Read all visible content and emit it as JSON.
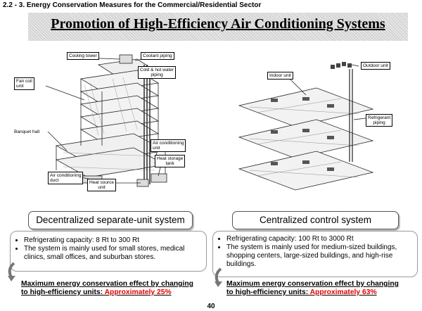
{
  "header": {
    "section": "2.2 - 3. Energy Conservation Measures for the Commercial/Residential Sector"
  },
  "title": "Promotion of High-Efficiency Air Conditioning Systems",
  "left": {
    "labels": {
      "cooling_tower": "Cooling tower",
      "coolant_piping": "Coolant piping",
      "cold_hot_piping_1": "Cold & hot water",
      "cold_hot_piping_2": "piping",
      "fan_coil_1": "Fan coil",
      "fan_coil_2": "unit",
      "banquet_hall": "Banquet hall",
      "ac_unit_1": "Air conditioning",
      "ac_unit_2": "unit",
      "heat_storage_1": "Heat storage",
      "heat_storage_2": "tank",
      "ac_duct_1": "Air conditioning",
      "ac_duct_2": "duct",
      "heat_source_1": "Heat source",
      "heat_source_2": "unit"
    },
    "system_name": "Decentralized separate-unit system",
    "bullets": [
      "Refrigerating capacity: 8 Rt to 300 Rt",
      "The system is mainly used for small stores, medical clinics, small offices, and suburban stores."
    ],
    "effect_line1": "Maximum energy conservation effect by changing",
    "effect_line2": "to high-efficiency units: ",
    "effect_value": "Approximately 25%"
  },
  "right": {
    "labels": {
      "indoor_unit": "Indoor unit",
      "outdoor_unit": "Outdoor unit",
      "refrigerant_1": "Refrigerant",
      "refrigerant_2": "piping"
    },
    "system_name": "Centralized control system",
    "bullets": [
      "Refrigerating capacity: 100 Rt to 3000 Rt",
      "The system is mainly used for medium-sized buildings, shopping centers, large-sized buildings, and high-rise buildings."
    ],
    "effect_line1": "Maximum energy conservation effect by changing",
    "effect_line2": "to high-efficiency units: ",
    "effect_value": "Approximately 63%"
  },
  "page_number": "40"
}
